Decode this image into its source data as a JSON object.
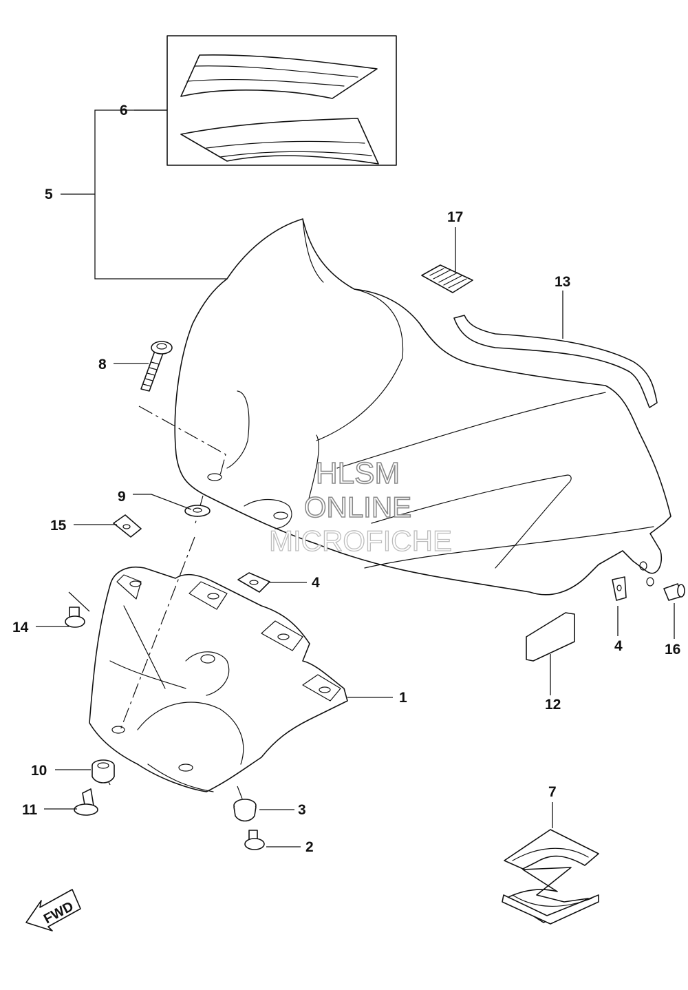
{
  "watermark": {
    "line1": "HLSM",
    "line2": "ONLINE",
    "line3": "MICROFICHE"
  },
  "direction_badge": "FWD",
  "callouts": [
    {
      "id": "c1",
      "label": "1"
    },
    {
      "id": "c2",
      "label": "2"
    },
    {
      "id": "c3",
      "label": "3"
    },
    {
      "id": "c4a",
      "label": "4"
    },
    {
      "id": "c4b",
      "label": "4"
    },
    {
      "id": "c5",
      "label": "5"
    },
    {
      "id": "c6",
      "label": "6"
    },
    {
      "id": "c7",
      "label": "7"
    },
    {
      "id": "c8",
      "label": "8"
    },
    {
      "id": "c9",
      "label": "9"
    },
    {
      "id": "c10",
      "label": "10"
    },
    {
      "id": "c11",
      "label": "11"
    },
    {
      "id": "c12",
      "label": "12"
    },
    {
      "id": "c13",
      "label": "13"
    },
    {
      "id": "c14",
      "label": "14"
    },
    {
      "id": "c15",
      "label": "15"
    },
    {
      "id": "c16",
      "label": "16"
    },
    {
      "id": "c17",
      "label": "17"
    }
  ]
}
